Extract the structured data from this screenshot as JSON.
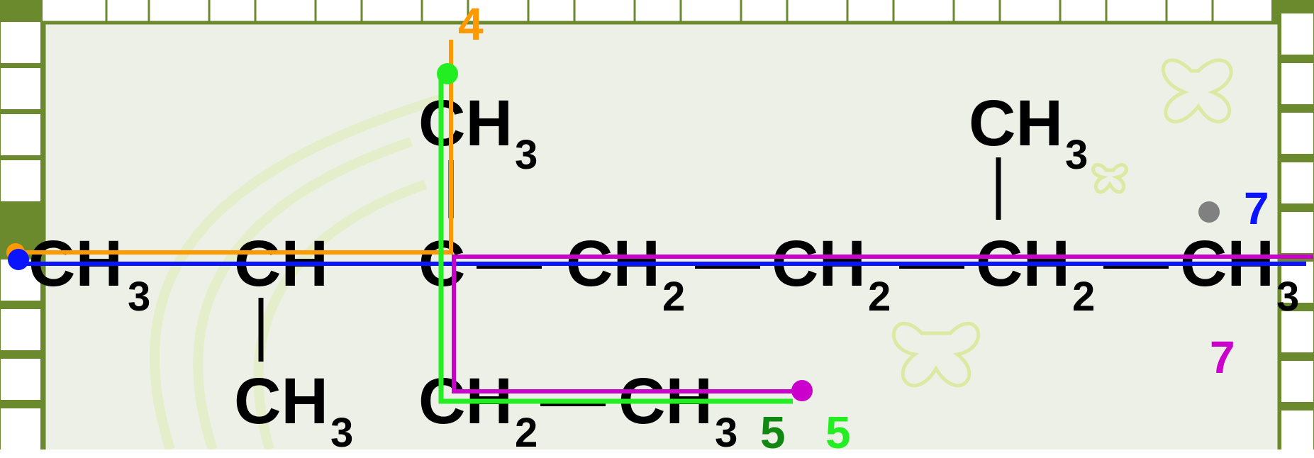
{
  "molecule": {
    "main_chain": [
      {
        "group": "CH",
        "subscript": "3"
      },
      {
        "group": "CH",
        "subscript": ""
      },
      {
        "group": "C",
        "subscript": ""
      },
      {
        "group": "CH",
        "subscript": "2"
      },
      {
        "group": "CH",
        "subscript": "2"
      },
      {
        "group": "CH",
        "subscript": "2"
      },
      {
        "group": "CH",
        "subscript": "3"
      }
    ],
    "bond_symbol": "—",
    "substituents": {
      "top_c3": {
        "group": "CH",
        "subscript": "3"
      },
      "top_c6": {
        "group": "CH",
        "subscript": "3"
      },
      "bottom_c2": {
        "group": "CH",
        "subscript": "3"
      },
      "bottom_c3_first": {
        "group": "CH",
        "subscript": "2"
      },
      "bottom_c3_second": {
        "group": "CH",
        "subscript": "3"
      }
    }
  },
  "chain_labels": {
    "orange": "4",
    "dark_green": "5",
    "light_green": "5",
    "blue": "7",
    "magenta": "7"
  },
  "colors": {
    "orange": "#ff9900",
    "blue": "#0a14ff",
    "magenta": "#cc00cc",
    "light_green": "#22ee22",
    "dark_green": "#118811",
    "gray_dot": "#808080",
    "frame_green": "#6b8a2e",
    "panel_background": "#edf0e6"
  }
}
